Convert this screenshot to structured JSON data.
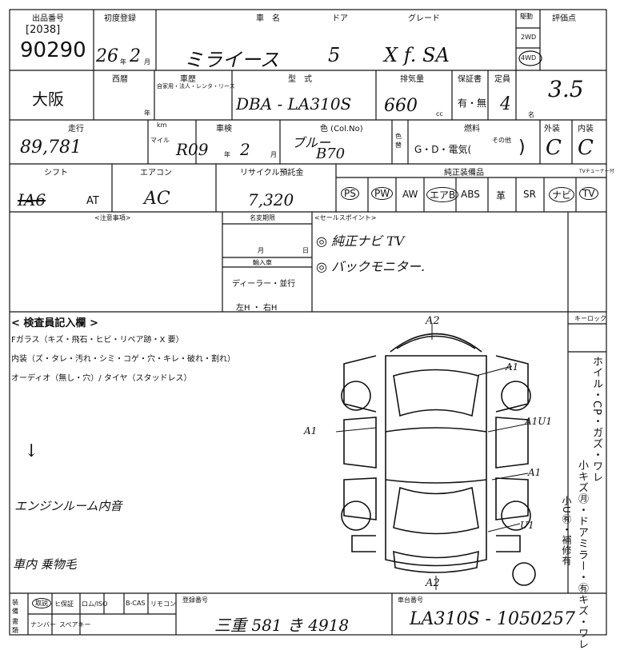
{
  "lot": {
    "label": "出品番号",
    "code": "[2038]",
    "number": "90290"
  },
  "first_reg": {
    "label": "初度登録",
    "value": "26",
    "year_unit": "年",
    "month": "2",
    "month_unit": "月"
  },
  "model_name": {
    "label": "車　名",
    "value": "ミライース"
  },
  "doors": {
    "label": "ドア",
    "value": "5"
  },
  "grade": {
    "label": "グレード",
    "value": "X f. SA"
  },
  "drive": {
    "label": "駆動",
    "opt1": "2WD",
    "opt2": "4WD"
  },
  "rating": {
    "label": "評価点",
    "value": "3.5"
  },
  "location": {
    "value": "大阪"
  },
  "year_west": {
    "label": "西暦",
    "unit": "年"
  },
  "history": {
    "label": "車歴",
    "note": "自家用・法人・レンタ・リース"
  },
  "model_code": {
    "label": "型　式",
    "value": "DBA - LA310S"
  },
  "displacement": {
    "label": "排気量",
    "value": "660",
    "unit": "cc"
  },
  "warranty": {
    "label": "保証書",
    "value": "有・無"
  },
  "capacity": {
    "label": "定員",
    "value": "4",
    "unit": "名"
  },
  "mileage": {
    "label": "走行",
    "value": "89,781",
    "unit": "km",
    "mile_label": "マイル"
  },
  "shaken": {
    "label": "車検",
    "value": "R09",
    "year": "2",
    "year_unit": "年",
    "month_unit": "月"
  },
  "color": {
    "label": "色 (Col.No)",
    "value": "ブルー",
    "code": "B70"
  },
  "color_change": {
    "label": "色替"
  },
  "fuel": {
    "label": "燃料",
    "options": "G・D・電気(",
    "other_label": "その他",
    "close": ")"
  },
  "exterior": {
    "label": "外装",
    "value": "C"
  },
  "interior": {
    "label": "内装",
    "value": "C"
  },
  "shift": {
    "label": "シフト",
    "value": "IA6",
    "suffix": "AT"
  },
  "aircon": {
    "label": "エアコン",
    "value": "AC"
  },
  "recycle": {
    "label": "リサイクル預託金",
    "value": "7,320"
  },
  "equipment": {
    "label": "純正装備品",
    "items": [
      {
        "label": "PS",
        "circled": true
      },
      {
        "label": "PW",
        "circled": true
      },
      {
        "label": "AW",
        "circled": false
      },
      {
        "label": "エアB",
        "circled": true
      },
      {
        "label": "ABS",
        "circled": false
      },
      {
        "label": "革",
        "circled": false
      },
      {
        "label": "SR",
        "circled": false
      },
      {
        "label": "ナビ",
        "circled": true
      },
      {
        "label": "TV",
        "circled": true
      }
    ],
    "tuner_label": "TVチューナー付"
  },
  "notes_label": "<注意事項>",
  "name_change": {
    "label": "名変期限",
    "month": "月",
    "day": "日"
  },
  "import": {
    "label": "輸入車",
    "value": "ディーラー・並行",
    "sides": "左H ・ 右H"
  },
  "sales_points": {
    "label": "<セールスポイント>",
    "items": [
      "◎ 純正ナビ TV",
      "◎ バックモニター."
    ]
  },
  "inspector": {
    "title": "< 検査員記入欄 >",
    "lines": [
      "Fガラス（キズ・飛石・ヒビ・リペア跡・X 要）",
      "内装（ズ・タレ・汚れ・シミ・コゲ・穴・キレ・破れ・割れ）",
      "オーディオ（無し・穴）/ タイヤ（スタッドレス）"
    ],
    "mark": "↓",
    "hand1": "エンジンルーム内音",
    "hand2": "車内 乗物毛"
  },
  "keyless": {
    "label": "キーロック"
  },
  "diagram": {
    "marks": [
      "A2",
      "A1",
      "A1",
      "A1U1",
      "A1",
      "U1",
      "A2"
    ]
  },
  "side_note": {
    "col1": "ホイル・CP・ガズ・ワレ",
    "col2": "小キズ㊊・ドアミラー・㊒キズ・ワレ",
    "col3": "小U㊒・補修有"
  },
  "bottom": {
    "row1_label": "装備",
    "row1": [
      "取説",
      "ヒ保証",
      "ロム/ISO",
      "B-CAS",
      "リモコン"
    ],
    "row2_label": "書類",
    "row2": [
      "ナンバー",
      "スペアキー"
    ],
    "plate_label": "登録番号",
    "plate": "三重 581 き 4918",
    "chassis_label": "車台番号",
    "chassis": "LA310S - 1050257"
  }
}
